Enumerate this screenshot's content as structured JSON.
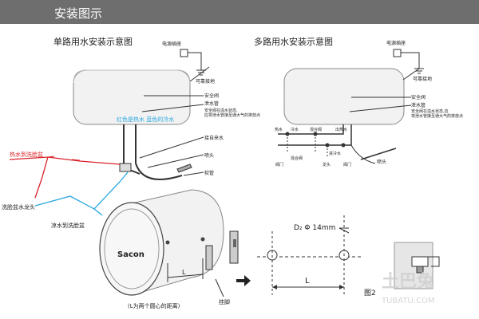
{
  "header": {
    "title": "安装图示"
  },
  "single": {
    "title": "单路用水安装示意图",
    "power_socket": "电源插座",
    "ground": "可靠接地",
    "safety_valve": "安全阀",
    "drain_pipe": "泄水管",
    "drain_note_1": "安全阀在溢水状态,",
    "drain_note_2": "应将泄水管接至通大气的排放点",
    "red_blue_note": "红色是热水 蓝色的冷水",
    "tap_water": "接自来水",
    "nozzle": "喷头",
    "hose": "软管",
    "hot_to_basin": "热水到洗脸盆",
    "basin_faucet": "洗脸盆水龙头",
    "cold_to_basin": "凉水到洗脸盆"
  },
  "multi": {
    "title": "多路用水安装示意图",
    "power_socket": "电源插座",
    "ground": "可靠接地",
    "safety_valve": "安全阀",
    "drain_pipe": "泄水管",
    "drain_note_1": "安全阀在溢水状态,应",
    "drain_note_2": "将泄水管接至通大气的排放点",
    "hot_water": "热水",
    "cold_water": "冷水",
    "mix_valve": "混合阀",
    "hot_outlet": "出热水",
    "shower": "喷头",
    "mixing_valve_2": "混合阀",
    "valve": "阀门",
    "faucet": "龙头",
    "cold_inlet": "进冷水",
    "valve_2": "阀门"
  },
  "bottom": {
    "brand": "Sacon",
    "L_label": "L",
    "caption": "(L为两个圆心的距离)",
    "bracket": "挂脚",
    "dim_label": "D₂ Φ 14mm",
    "L_dim": "L",
    "fig2": "图2",
    "watermark_1": "土巴兔",
    "watermark_2": "TUBATU.COM"
  },
  "colors": {
    "hot_line": "#d9222a",
    "cold_line": "#2aa8e0",
    "header_bg": "#6e6e6e",
    "note_text": "#2aa8e0"
  }
}
